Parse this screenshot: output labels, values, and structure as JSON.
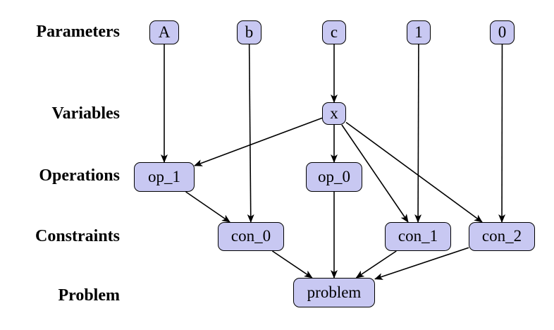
{
  "rows": {
    "parameters": "Parameters",
    "variables": "Variables",
    "operations": "Operations",
    "constraints": "Constraints",
    "problem": "Problem"
  },
  "nodes": {
    "A": "A",
    "b": "b",
    "c": "c",
    "one": "1",
    "zero": "0",
    "x": "x",
    "op_1": "op_1",
    "op_0": "op_0",
    "con_0": "con_0",
    "con_1": "con_1",
    "con_2": "con_2",
    "problem": "problem"
  },
  "edges": [
    {
      "from": "A",
      "to": "op_1"
    },
    {
      "from": "b",
      "to": "con_0"
    },
    {
      "from": "c",
      "to": "x"
    },
    {
      "from": "one",
      "to": "con_1"
    },
    {
      "from": "zero",
      "to": "con_2"
    },
    {
      "from": "x",
      "to": "op_1"
    },
    {
      "from": "x",
      "to": "op_0"
    },
    {
      "from": "x",
      "to": "con_1"
    },
    {
      "from": "x",
      "to": "con_2"
    },
    {
      "from": "op_1",
      "to": "con_0"
    },
    {
      "from": "op_0",
      "to": "problem"
    },
    {
      "from": "con_0",
      "to": "problem"
    },
    {
      "from": "con_1",
      "to": "problem"
    },
    {
      "from": "con_2",
      "to": "problem"
    }
  ],
  "colors": {
    "node_fill": "#c8c8f2",
    "stroke": "#000000"
  }
}
